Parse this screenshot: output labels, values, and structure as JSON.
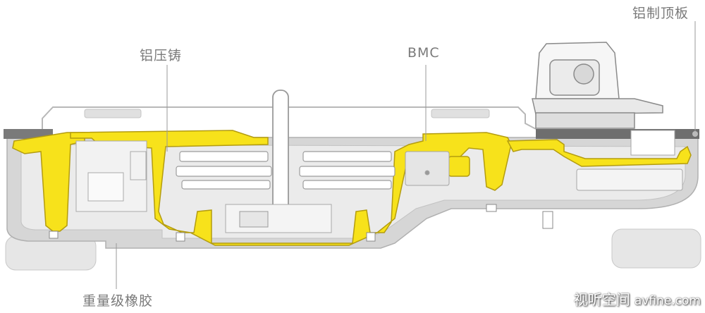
{
  "labels": {
    "aluminum_casting": "铝压铸",
    "bmc": "BMC",
    "aluminum_top_plate": "铝制顶板",
    "heavy_rubber": "重量级橡胶"
  },
  "watermark": {
    "cn": "视听空间",
    "site": "avfine.com"
  },
  "colors": {
    "highlight": "#f7e21b",
    "highlight_edge": "#b39c10",
    "rubber": "#e2e2e2",
    "base": "#cfcfcf",
    "plate": "#6e6e6e",
    "line": "#9a9a9a"
  }
}
